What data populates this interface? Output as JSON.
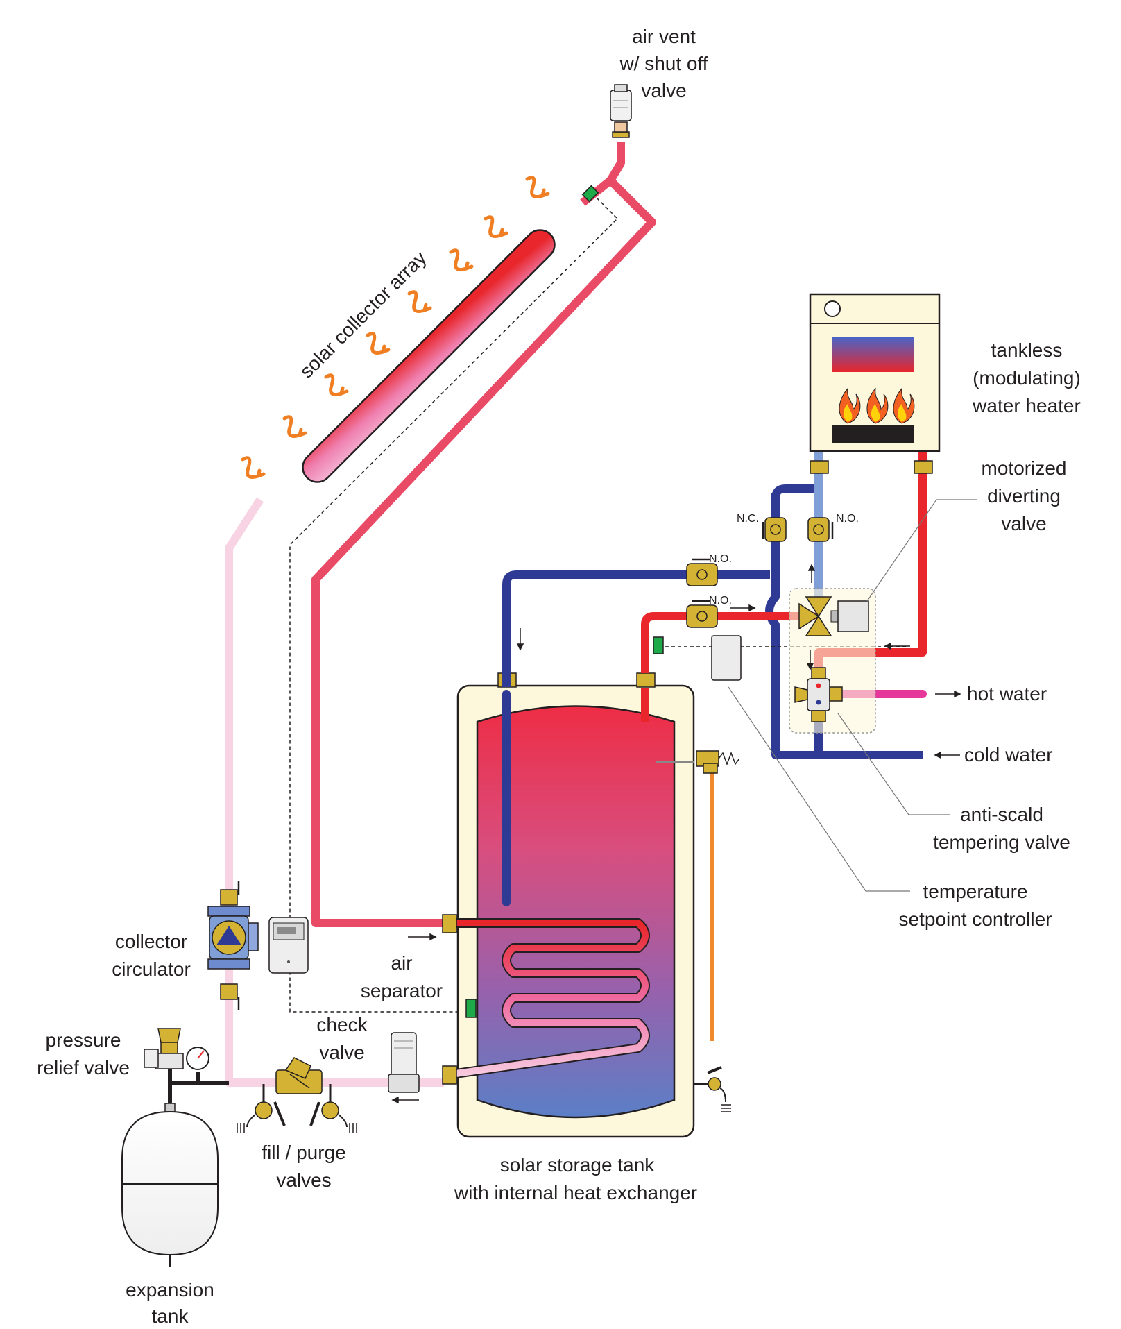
{
  "labels": {
    "air_vent": [
      "air vent",
      "w/ shut off",
      "valve"
    ],
    "solar_collector": "solar collector array",
    "tankless": [
      "tankless",
      "(modulating)",
      "water heater"
    ],
    "diverting_valve": [
      "motorized",
      "diverting",
      "valve"
    ],
    "hot_water": "hot water",
    "cold_water": "cold water",
    "anti_scald": [
      "anti-scald",
      "tempering valve"
    ],
    "setpoint": [
      "temperature",
      "setpoint controller"
    ],
    "collector_circulator": [
      "collector",
      "circulator"
    ],
    "air_separator": [
      "air",
      "separator"
    ],
    "check_valve": [
      "check",
      "valve"
    ],
    "pressure_relief": [
      "pressure",
      "relief valve"
    ],
    "fill_purge": [
      "fill / purge",
      "valves"
    ],
    "storage_tank": [
      "solar storage tank",
      "with internal heat exchanger"
    ],
    "expansion_tank": [
      "expansion",
      "tank"
    ]
  },
  "valve_states": {
    "nc": "N.C.",
    "no": "N.O."
  },
  "colors": {
    "hot": "#e8262b",
    "solar_supply": "#e94a65",
    "solar_return": "#f7d3e3",
    "cold": "#2e3a93",
    "light_cold": "#7f9fd6",
    "tank_fill": "#fdf8dc",
    "brass": "#d4b233",
    "sensor": "#1faa4a",
    "hot_outlet": "#e6389a",
    "relief_drain": "#f08a2a",
    "heat_arrow": "#ef7f22"
  }
}
